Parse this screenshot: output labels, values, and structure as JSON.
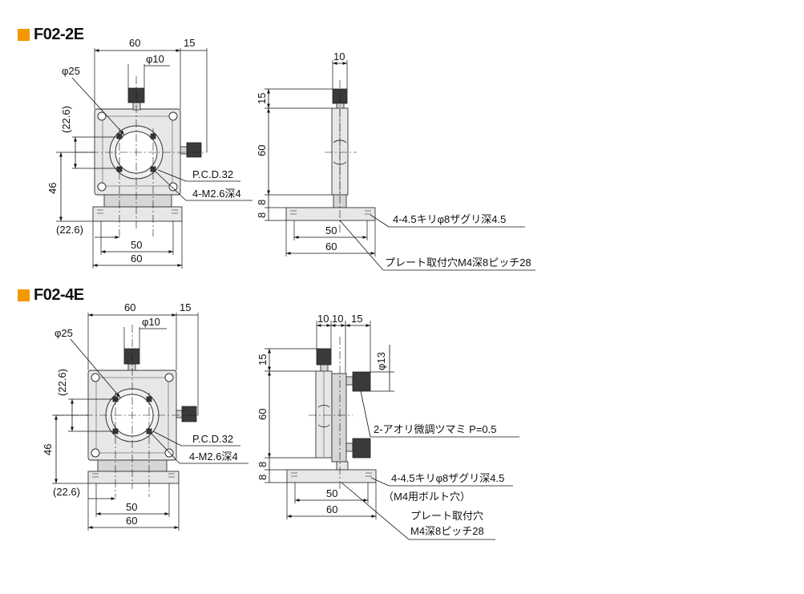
{
  "accent_color": "#f39800",
  "sections": [
    {
      "id": "f02-2e",
      "title": "F02-2E",
      "front": {
        "dims": {
          "width_top": "60",
          "knob_offset": "15",
          "knob_dia": "φ10",
          "aperture_dia": "φ25",
          "center_offset_v": "(22.6)",
          "height_46": "46",
          "center_offset_h": "(22.6)",
          "base_pitch": "50",
          "base_width": "60"
        },
        "annotations": {
          "pcd": "P.C.D.32",
          "taps": "4-M2.6深4"
        }
      },
      "side": {
        "dims": {
          "knob_len": "10",
          "knob_height": "15",
          "height_60": "60",
          "gap_8": "8",
          "base_8": "8",
          "base_pitch": "50",
          "base_width": "60"
        },
        "annotations": {
          "holes": "4-4.5キリφ8ザグリ深4.5",
          "plate": "プレート取付穴M4深8ピッチ28"
        }
      }
    },
    {
      "id": "f02-4e",
      "title": "F02-4E",
      "front": {
        "dims": {
          "width_top": "60",
          "knob_offset": "15",
          "knob_dia": "φ10",
          "aperture_dia": "φ25",
          "center_offset_v": "(22.6)",
          "height_46": "46",
          "center_offset_h": "(22.6)",
          "base_pitch": "50",
          "base_width": "60"
        },
        "annotations": {
          "pcd": "P.C.D.32",
          "taps": "4-M2.6深4"
        }
      },
      "side": {
        "dims": {
          "w1": "10",
          "w2": "10",
          "w3": "15",
          "fine_dia": "φ13",
          "knob_height": "15",
          "height_60": "60",
          "gap_8": "8",
          "base_8": "8",
          "base_pitch": "50",
          "base_width": "60"
        },
        "annotations": {
          "fine": "2-アオリ微調ツマミ P=0.5",
          "holes": "4-4.5キリφ8ザグリ深4.5",
          "bolt": "（M4用ボルト穴）",
          "plate_line1": "プレート取付穴",
          "plate_line2": "M4深8ピッチ28"
        }
      }
    }
  ]
}
